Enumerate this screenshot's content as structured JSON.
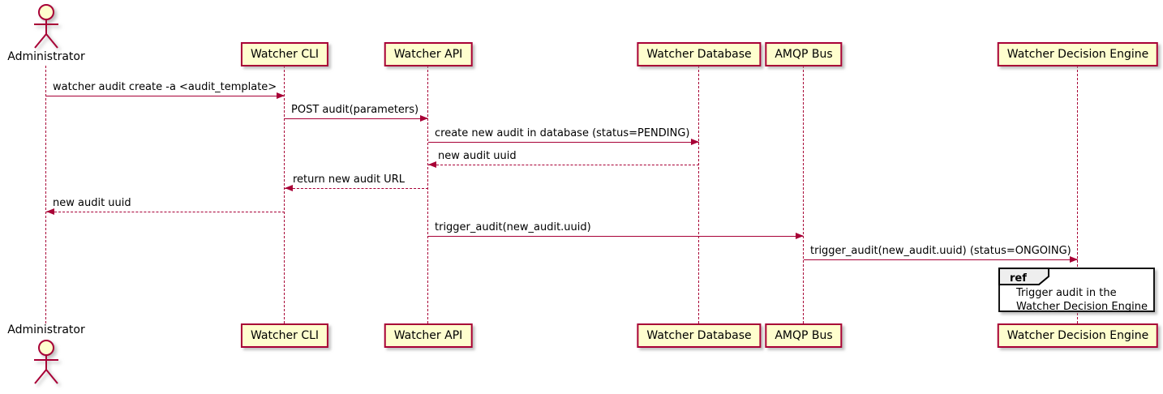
{
  "colors": {
    "accent": "#A80036",
    "participant_fill": "#FEFECE",
    "text": "#000000",
    "ref_border": "#000000",
    "ref_tag_fill": "#EEEEEE",
    "background": "#FFFFFF"
  },
  "actor": {
    "label": "Administrator"
  },
  "participants": [
    {
      "label": "Watcher CLI"
    },
    {
      "label": "Watcher API"
    },
    {
      "label": "Watcher Database"
    },
    {
      "label": "AMQP Bus"
    },
    {
      "label": "Watcher Decision Engine"
    }
  ],
  "messages": [
    {
      "from": "Administrator",
      "to": "Watcher CLI",
      "label": "watcher audit create -a <audit_template>",
      "line": "solid"
    },
    {
      "from": "Watcher CLI",
      "to": "Watcher API",
      "label": "POST audit(parameters)",
      "line": "solid"
    },
    {
      "from": "Watcher API",
      "to": "Watcher Database",
      "label": "create new audit in database (status=PENDING)",
      "line": "solid"
    },
    {
      "from": "Watcher Database",
      "to": "Watcher API",
      "label": "new audit uuid",
      "line": "dashed"
    },
    {
      "from": "Watcher API",
      "to": "Watcher CLI",
      "label": "return new audit URL",
      "line": "dashed"
    },
    {
      "from": "Watcher CLI",
      "to": "Administrator",
      "label": "new audit uuid",
      "line": "dashed"
    },
    {
      "from": "Watcher API",
      "to": "AMQP Bus",
      "label": "trigger_audit(new_audit.uuid)",
      "line": "solid"
    },
    {
      "from": "AMQP Bus",
      "to": "Watcher Decision Engine",
      "label": "trigger_audit(new_audit.uuid) (status=ONGOING)",
      "line": "solid"
    }
  ],
  "ref": {
    "keyword": "ref",
    "lines": [
      "Trigger audit in the",
      "Watcher Decision Engine"
    ]
  }
}
